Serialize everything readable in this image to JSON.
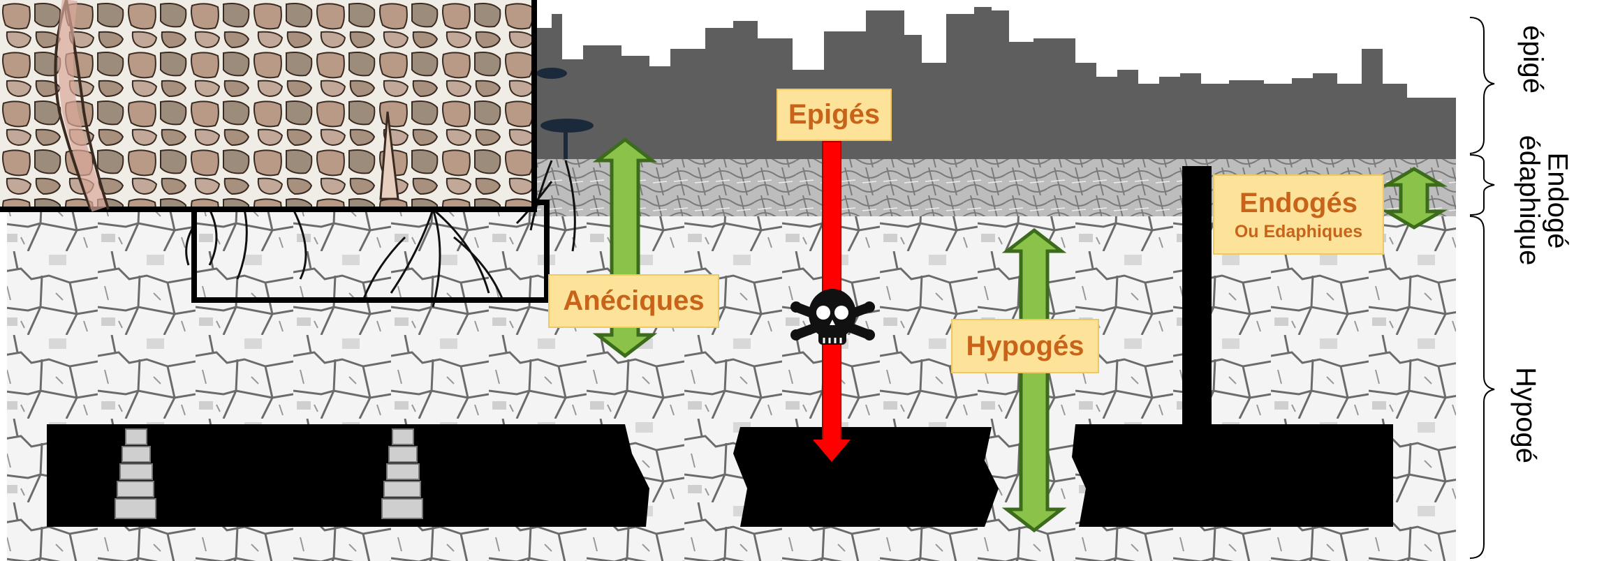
{
  "groups": {
    "epiges": "Epigés",
    "aneciques": "Anéciques",
    "hypoges": "Hypogés",
    "endoges": "Endogés",
    "endoges_sub": "Ou Edaphiques"
  },
  "zones": {
    "epige": "épigé",
    "endoge": "Endogé",
    "edaphique": "édaphique",
    "hypoge": "Hypogé"
  },
  "colors": {
    "arrow_green": "#8bc34a",
    "arrow_green_stroke": "#3d6b1c",
    "arrow_red": "#ff0000",
    "label_fill": "#fde39a",
    "label_text": "#c8641a",
    "city": "#5e5e5e",
    "cave": "#000000"
  },
  "icons": {
    "toxic": "skull-crossbones-icon",
    "tree": "acacia-tree-icon"
  }
}
